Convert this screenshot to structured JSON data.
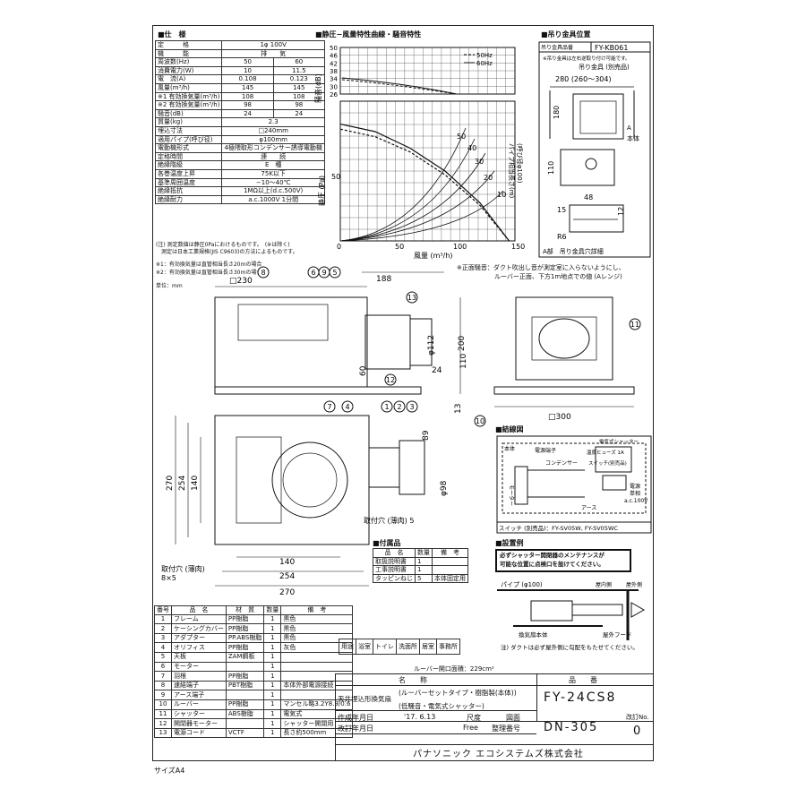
{
  "spec": {
    "title": "■仕　様",
    "rows": [
      [
        "定　　　格",
        "1φ 100V",
        ""
      ],
      [
        "機　　　能",
        "排　　気",
        ""
      ],
      [
        "周波数(Hz)",
        "50",
        "60"
      ],
      [
        "消費電力(W)",
        "10",
        "11.5"
      ],
      [
        "電　流(A)",
        "0.108",
        "0.123"
      ],
      [
        "風量(m³/h)",
        "145",
        "145"
      ],
      [
        "※1 有効換気量(m³/h)",
        "108",
        "108"
      ],
      [
        "※2 有効換気量(m³/h)",
        "98",
        "98"
      ],
      [
        "騒音(dB)",
        "24",
        "24"
      ],
      [
        "質量(kg)",
        "2.3",
        ""
      ],
      [
        "埋込寸法",
        "□240mm",
        ""
      ],
      [
        "適用パイプ(呼び径)",
        "φ100mm",
        ""
      ],
      [
        "電動機形式",
        "4極隈取形コンデンサー誘導電動機",
        ""
      ],
      [
        "定格時間",
        "連　　続",
        ""
      ],
      [
        "絶縁階級",
        "E　種",
        ""
      ],
      [
        "各巻温度上昇",
        "75K以下",
        ""
      ],
      [
        "基準周囲温度",
        "−10〜40℃",
        ""
      ],
      [
        "絶縁抵抗",
        "1MΩ以上(d.c.500V)",
        ""
      ],
      [
        "絶縁耐力",
        "a.c.1000V 1分間",
        ""
      ]
    ],
    "notes": [
      "(注) 測定数値は静圧0Paにおけるものです。　(※は除く)",
      "　測定は日本工業規格(JIS C9603)の方法によるものです。"
    ],
    "footnotes": [
      "※1：有効換気量は直管相当長さ20mの場合",
      "※2：有効換気量は直管相当長さ30mの場合"
    ],
    "unit": "単位：mm"
  },
  "chart": {
    "title": "■静圧−風量特性曲線・騒音特性",
    "legend_50": "50Hz",
    "legend_60": "60Hz",
    "db_axis_label": "騒音(dB)",
    "db_ticks": [
      "50",
      "46",
      "42",
      "38",
      "34",
      "30",
      "26"
    ],
    "pa_axis_label": "静圧 (Pa)",
    "pa_tick": "50",
    "x_label": "風量 (m³/h)",
    "x_ticks": [
      "0",
      "50",
      "100",
      "150"
    ],
    "duct_label": "パイプ相当長さ(m)",
    "duct_label2": "(呼び径φ100)",
    "duct_values": [
      "50",
      "40",
      "30",
      "20",
      "10"
    ]
  },
  "chart_data": {
    "type": "line",
    "title": "■静圧−風量特性曲線・騒音特性",
    "xlabel": "風量 (m³/h)",
    "xlim": [
      0,
      150
    ],
    "series": [
      {
        "name": "50Hz",
        "x": [
          0,
          30,
          60,
          90,
          120,
          145
        ],
        "y": [
          88,
          82,
          70,
          52,
          28,
          0
        ]
      },
      {
        "name": "60Hz",
        "x": [
          0,
          30,
          60,
          90,
          120,
          145
        ],
        "y": [
          92,
          86,
          73,
          55,
          30,
          0
        ]
      }
    ]
  },
  "hanger": {
    "title": "■吊り金具位置",
    "model_label": "吊り金具品番",
    "model": "FY-KB061",
    "note": "※吊り金具は左右逆取り付け可能です。",
    "sub_title": "吊り金具 (別売品)",
    "dim_280": "280 (260〜304)",
    "dim_180": "180",
    "dim_110": "110",
    "dim_48": "48",
    "dim_15": "15",
    "dim_12": "12",
    "dim_r6": "R6",
    "label_body": "本体",
    "label_a": "A",
    "caption": "A部　吊り金具穴詳細"
  },
  "drawing": {
    "note1": "※正面騒音：ダクト吹出し音が測定室に入らないようにし、",
    "note2": "ルーバー正面、下方1m地点での値 (Aレンジ)",
    "dims": [
      "□230",
      "188",
      "φ112",
      "200",
      "110",
      "60",
      "24",
      "13",
      "□300",
      "270",
      "254",
      "140",
      "140",
      "254",
      "270",
      "89",
      "φ98",
      "8×5"
    ],
    "balloons": [
      "8",
      "6",
      "9",
      "5",
      "13",
      "11",
      "12",
      "10",
      "7",
      "4",
      "1",
      "2",
      "3"
    ],
    "mount_hole": "取付穴 (薄肉) 5",
    "mount_hole2": "取付穴 (薄肉)"
  },
  "wiring": {
    "title": "■結線図",
    "labels": [
      "本体",
      "電源端子",
      "コンデンサー",
      "モーター",
      "アース",
      "電気式シャッター",
      "温度ヒューズ 1A",
      "スイッチ(別売品)",
      "電源",
      "単相",
      "a.c.100V"
    ],
    "switch_note": "スイッチ (別売品)：FY-SV05W, FY-SV05WC"
  },
  "accessories": {
    "title": "■付属品",
    "headers": [
      "品　名",
      "数量",
      "備　考"
    ],
    "rows": [
      [
        "取扱説明書",
        "1",
        ""
      ],
      [
        "工事説明書",
        "1",
        ""
      ],
      [
        "タッピンねじ",
        "5",
        "本体固定用"
      ]
    ]
  },
  "install": {
    "title": "■設置例",
    "warning1": "必ずシャッター開閉器のメンテナンスが",
    "warning2": "可能な位置に点検口を設けてください。",
    "pipe": "パイプ (φ100)",
    "indoor": "屋内側",
    "outdoor": "屋外側",
    "body": "換気扇本体",
    "hood": "屋外フード",
    "note": "注) ダクトは必ず屋外側に勾配をもたせてください。"
  },
  "parts": {
    "headers": [
      "番号",
      "品　名",
      "材　質",
      "数量",
      "備　考"
    ],
    "rows": [
      [
        "1",
        "フレーム",
        "PP樹脂",
        "1",
        "黒色"
      ],
      [
        "2",
        "ケーシングカバー",
        "PP樹脂",
        "1",
        "黒色"
      ],
      [
        "3",
        "アダプター",
        "PP.ABS樹脂",
        "1",
        "黒色"
      ],
      [
        "4",
        "オリフィス",
        "PP樹脂",
        "1",
        "灰色"
      ],
      [
        "5",
        "天板",
        "ZAM鋼板",
        "1",
        ""
      ],
      [
        "6",
        "モーター",
        "",
        "1",
        ""
      ],
      [
        "7",
        "羽根",
        "PP樹脂",
        "1",
        ""
      ],
      [
        "8",
        "速結端子",
        "PBT樹脂",
        "1",
        "本体外部電源接続"
      ],
      [
        "9",
        "アース端子",
        "",
        "1",
        ""
      ],
      [
        "10",
        "ルーバー",
        "PP樹脂",
        "1",
        "マンセル略3.2Y8.9/0.6"
      ],
      [
        "11",
        "シャッター",
        "ABS樹脂",
        "1",
        "電気式"
      ],
      [
        "12",
        "開閉器モーター",
        "",
        "1",
        "シャッター開閉用"
      ],
      [
        "13",
        "電源コード",
        "VCTF",
        "1",
        "長さ約500mm"
      ]
    ]
  },
  "usage": {
    "label": "用途",
    "items": [
      "浴室",
      "トイレ",
      "洗面所",
      "居室",
      "事務所"
    ],
    "louver": "ルーバー開口面積：229cm²"
  },
  "titleblock": {
    "name_header": "名　　称",
    "model_header": "品　　番",
    "name1": "天井埋込形換気扇",
    "name2": "(ルーバーセットタイプ・樹脂製(本体))",
    "name3": "(低騒音・電気式シャッター)",
    "model": "FY-24CS8",
    "created_label": "作成年月日",
    "created": "'17. 6.13",
    "scale_label": "尺度",
    "scale": "Free",
    "drawing_label": "図面",
    "manage_label": "整理番号",
    "drawing_no": "DN-305",
    "rev_label": "改訂No.",
    "rev": "0",
    "revised_label": "改訂年月日",
    "company": "パナソニック エコシステムズ株式会社"
  },
  "size": "サイズA4"
}
